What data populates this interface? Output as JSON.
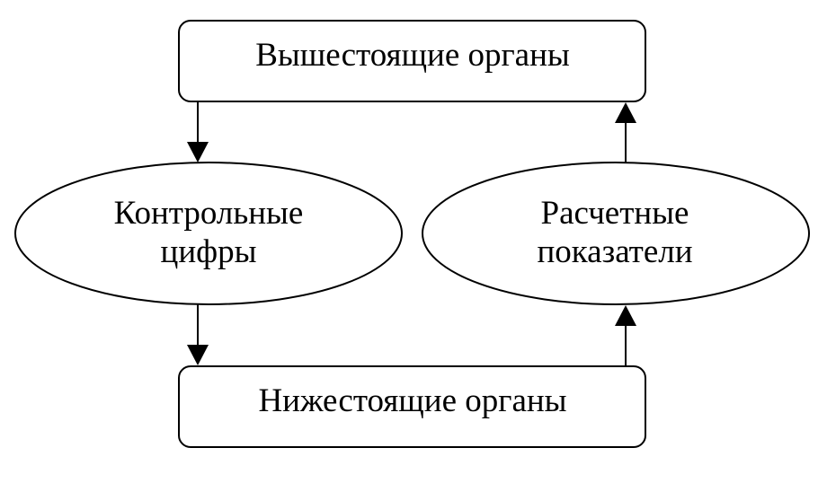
{
  "nodes": {
    "top": {
      "label": "Вышестоящие органы"
    },
    "bottom": {
      "label": "Нижестоящие органы"
    },
    "left": {
      "line1": "Контрольные",
      "line2": "цифры"
    },
    "right": {
      "line1": "Расчетные",
      "line2": "показатели"
    }
  },
  "colors": {
    "stroke": "#000000",
    "fill": "#ffffff",
    "text": "#000000"
  }
}
